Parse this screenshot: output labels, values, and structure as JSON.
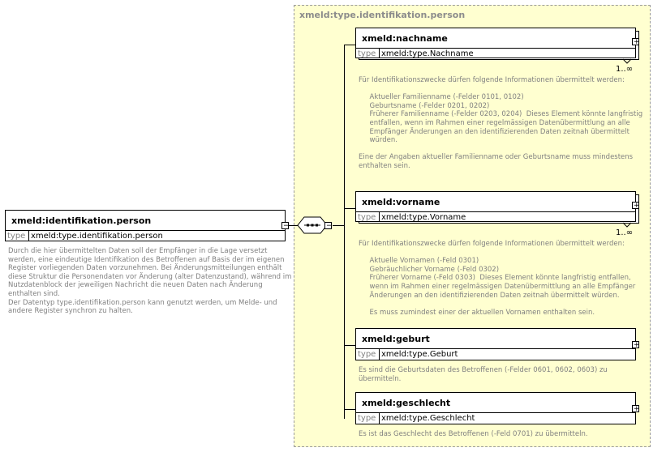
{
  "type_area": {
    "title": "xmeld:type.identifikation.person"
  },
  "root": {
    "name": "xmeld:identifikation.person",
    "type_key": "type",
    "type_value": "xmeld:type.identifikation.person",
    "doc": "Durch die hier übermittelten Daten soll der Empfänger in die Lage versetzt\nwerden, eine eindeutige Identifikation des Betroffenen auf Basis der im eigenen\nRegister vorliegenden Daten vorzunehmen. Bei Änderungsmitteilungen enthält\ndiese Struktur die Personendaten vor Änderung (alter Datenzustand), während im\nNutzdatenblock der jeweiligen Nachricht die neuen Daten nach Änderung\nenthalten sind.\nDer Datentyp type.identifikation.person kann genutzt werden, um Melde- und\nandere Register synchron zu halten."
  },
  "children": [
    {
      "name": "xmeld:nachname",
      "type_key": "type",
      "type_value": "xmeld:type.Nachname",
      "cardinality": "1..∞",
      "doc": "Für Identifikationszwecke dürfen folgende Informationen übermittelt werden:\n\n     Aktueller Familienname (-Felder 0101, 0102)\n     Geburtsname (-Felder 0201, 0202)\n     Früherer Familienname (-Felder 0203, 0204)  Dieses Element könnte langfristig\n     entfallen, wenn im Rahmen einer regelmässigen Datenübermittlung an alle\n     Empfänger Änderungen an den identifizierenden Daten zeitnah übermittelt\n     würden.\n\nEine der Angaben aktueller Familienname oder Geburtsname muss mindestens\nenthalten sein."
    },
    {
      "name": "xmeld:vorname",
      "type_key": "type",
      "type_value": "xmeld:type.Vorname",
      "cardinality": "1..∞",
      "doc": "Für Identifikationszwecke dürfen folgende Informationen übermittelt werden:\n\n     Aktuelle Vornamen (-Feld 0301)\n     Gebräuchlicher Vorname (-Feld 0302)\n     Früherer Vorname (-Feld 0303)  Dieses Element könnte langfristig entfallen,\n     wenn im Rahmen einer regelmässigen Datenübermittlung an alle Empfänger\n     Änderungen an den identifizierenden Daten zeitnah übermittelt würden.\n\n     Es muss zumindest einer der aktuellen Vornamen enthalten sein."
    },
    {
      "name": "xmeld:geburt",
      "type_key": "type",
      "type_value": "xmeld:type.Geburt",
      "doc": "Es sind die Geburtsdaten des Betroffenen (-Felder 0601, 0602, 0603) zu\nübermitteln."
    },
    {
      "name": "xmeld:geschlecht",
      "type_key": "type",
      "type_value": "xmeld:type.Geschlecht",
      "doc": "Es ist das Geschlecht des Betroffenen (-Feld 0701) zu übermitteln."
    }
  ],
  "icons": {
    "expand": "plus-icon",
    "collapse": "minus-icon",
    "sequence": "sequence-icon"
  }
}
